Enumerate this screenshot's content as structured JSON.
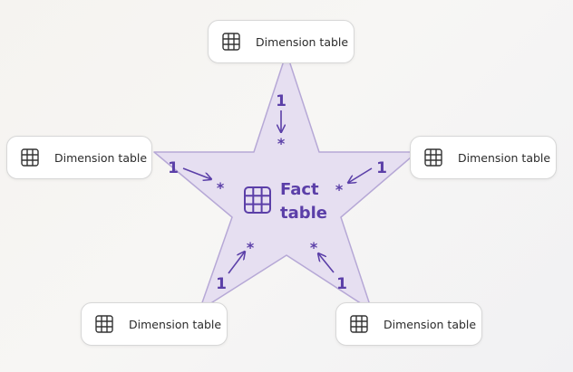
{
  "fact": {
    "line1": "Fact",
    "line2": "table",
    "icon": "table-grid-icon"
  },
  "dimensions": [
    {
      "id": "top",
      "label": "Dimension table",
      "icon": "table-grid-icon"
    },
    {
      "id": "left",
      "label": "Dimension table",
      "icon": "table-grid-icon"
    },
    {
      "id": "right",
      "label": "Dimension table",
      "icon": "table-grid-icon"
    },
    {
      "id": "bottom-left",
      "label": "Dimension table",
      "icon": "table-grid-icon"
    },
    {
      "id": "bottom-right",
      "label": "Dimension table",
      "icon": "table-grid-icon"
    }
  ],
  "relationships": [
    {
      "dimension": "top",
      "one": "1",
      "many": "*"
    },
    {
      "dimension": "left",
      "one": "1",
      "many": "*"
    },
    {
      "dimension": "right",
      "one": "1",
      "many": "*"
    },
    {
      "dimension": "bottom-left",
      "one": "1",
      "many": "*"
    },
    {
      "dimension": "bottom-right",
      "one": "1",
      "many": "*"
    }
  ],
  "colors": {
    "star_fill": "#e6dff1",
    "star_stroke": "#b6a8d6",
    "accent": "#5b3fa8",
    "card_border": "#d7d7d7",
    "text": "#2b2b2b"
  }
}
